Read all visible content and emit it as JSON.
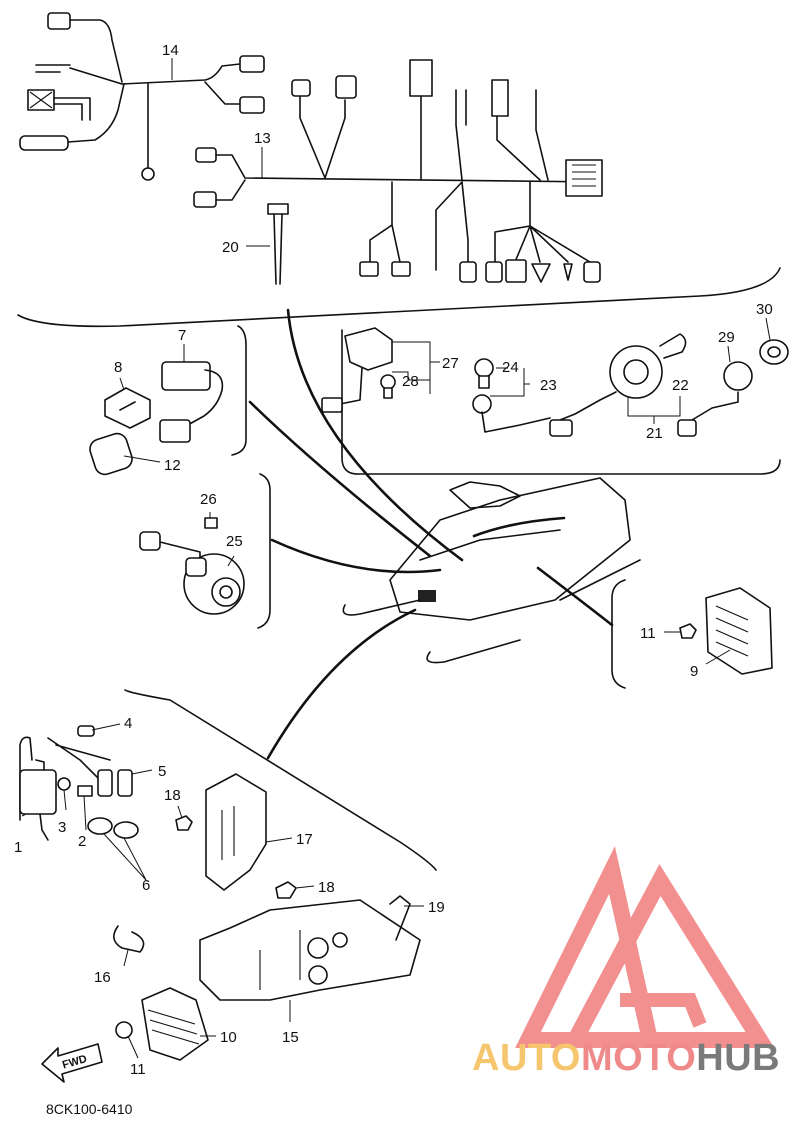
{
  "diagram_code": "8CK100-6410",
  "fwd_label": "FWD",
  "watermark": {
    "parts": [
      "AUTO",
      "MOTO",
      "HUB"
    ],
    "colors": [
      "#f5c66d",
      "#f08a8a",
      "#7a7a7a"
    ],
    "logo_color": "#f07c7c"
  },
  "callouts": [
    "1",
    "2",
    "3",
    "4",
    "5",
    "6",
    "7",
    "8",
    "9",
    "11",
    "11",
    "12",
    "13",
    "14",
    "15",
    "16",
    "17",
    "18",
    "18",
    "19",
    "20",
    "21",
    "22",
    "23",
    "24",
    "25",
    "26",
    "27",
    "28",
    "29",
    "30",
    "10"
  ]
}
